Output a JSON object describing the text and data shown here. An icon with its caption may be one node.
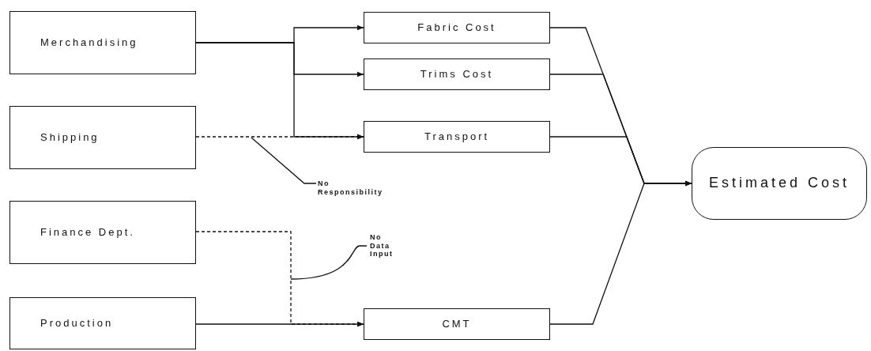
{
  "diagram": {
    "nodes": [
      {
        "text": [
          "Merchandising"
        ]
      },
      {
        "text": [
          "Shipping"
        ]
      },
      {
        "text": [
          "Finance Dept."
        ]
      },
      {
        "text": [
          "Production"
        ]
      },
      {
        "text": [
          "Fabric Cost"
        ]
      },
      {
        "text": [
          "Trims Cost"
        ]
      },
      {
        "text": [
          "Transport"
        ]
      },
      {
        "text": [
          "CMT"
        ]
      },
      {
        "text": [
          "Estimated Cost"
        ]
      },
      {
        "text": [
          "No Responsibility"
        ]
      },
      {
        "text": [
          "No Data Input"
        ]
      }
    ],
    "edges": [
      {
        "from": 0,
        "to": 4,
        "arrow": "to"
      },
      {
        "from": 0,
        "to": 5,
        "arrow": "to"
      },
      {
        "from": 0,
        "to": 6,
        "arrow": "to"
      },
      {
        "from": 1,
        "to": 6,
        "arrow": "to",
        "style": "dashed"
      },
      {
        "from": 2,
        "to": 7,
        "arrow": "to",
        "style": "dashed"
      },
      {
        "from": 3,
        "to": 7,
        "arrow": "to"
      },
      {
        "from": 4,
        "to": 8,
        "arrow": "to"
      },
      {
        "from": 5,
        "to": 8,
        "arrow": "to"
      },
      {
        "from": 6,
        "to": 8,
        "arrow": "to"
      },
      {
        "from": 7,
        "to": 8,
        "arrow": "to"
      },
      {
        "from": 9,
        "to": null,
        "arrow": "none"
      },
      {
        "from": 10,
        "to": null,
        "arrow": "none"
      }
    ]
  }
}
